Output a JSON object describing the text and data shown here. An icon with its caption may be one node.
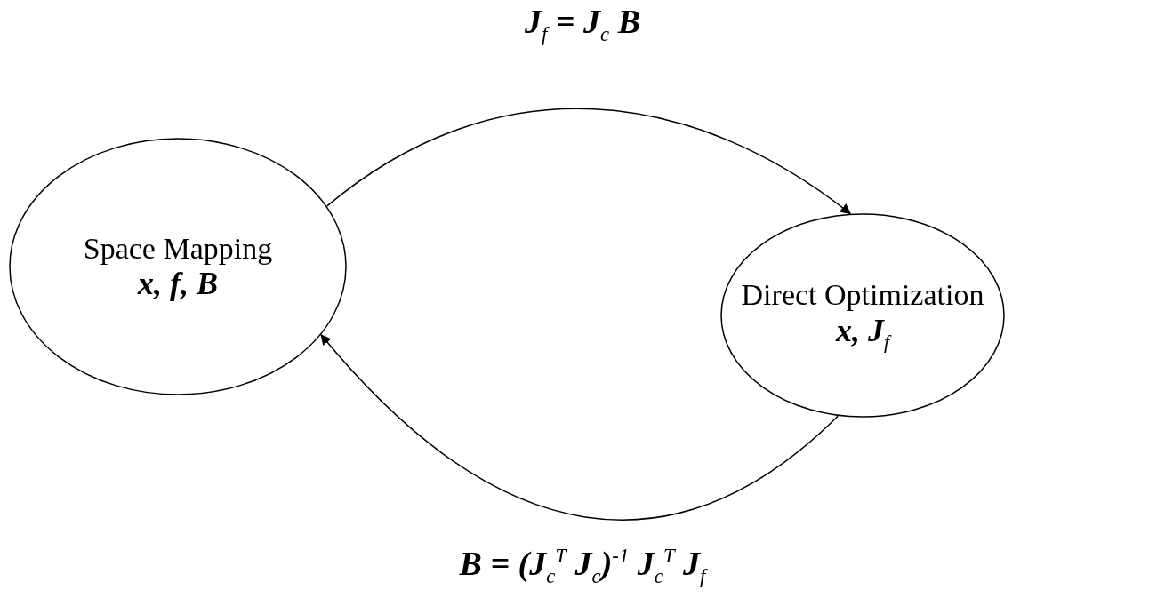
{
  "diagram": {
    "nodes": [
      {
        "text": [
          "Space Mapping",
          "x, f, B"
        ]
      },
      {
        "text": [
          "Direct Optimization",
          "x, J$_{f}$"
        ]
      }
    ],
    "edges": [
      {
        "from": 0,
        "to": 1,
        "arrow": "to",
        "label": "J$_{f}$ = J$_{c}$ B"
      },
      {
        "from": 1,
        "to": 0,
        "arrow": "to",
        "label": "B = (J$_{c}$$^{T}$ J$_{c}$)$^{-1}$ J$_{c}$$^{T}$ J$_{f}$"
      }
    ]
  }
}
